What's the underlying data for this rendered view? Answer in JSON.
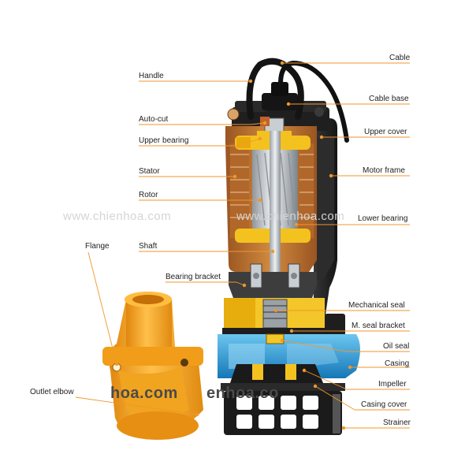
{
  "labels_left": {
    "handle": "Handle",
    "auto_cut": "Auto-cut",
    "upper_bearing": "Upper bearing",
    "stator": "Stator",
    "rotor": "Rotor",
    "shaft": "Shaft",
    "bearing_bracket": "Bearing bracket",
    "flange": "Flange",
    "outlet_elbow": "Outlet elbow"
  },
  "labels_right": {
    "cable": "Cable",
    "cable_base": "Cable base",
    "upper_cover": "Upper cover",
    "motor_frame": "Motor frame",
    "lower_bearing": "Lower bearing",
    "mechanical_seal": "Mechanical seal",
    "m_seal_bracket": "M. seal bracket",
    "oil_seal": "Oil seal",
    "casing": "Casing",
    "impeller": "Impeller",
    "casing_cover": "Casing cover",
    "strainer": "Strainer"
  },
  "watermarks": {
    "left": "www.chienhoa.com",
    "right": "www.chienhoa.com",
    "lower": "hoa.com",
    "lower_right": "enhoa.co"
  },
  "colors": {
    "leader_line": "#f0962e",
    "body_dark": "#2b2b2b",
    "motor_oil": "#c8742a",
    "stator_yellow": "#f4c21f",
    "seal_yellow": "#f3c62a",
    "casing_blue": "#1fa3dd",
    "shaft_metal": "#c9ced3",
    "elbow_orange": "#f3a11b"
  }
}
